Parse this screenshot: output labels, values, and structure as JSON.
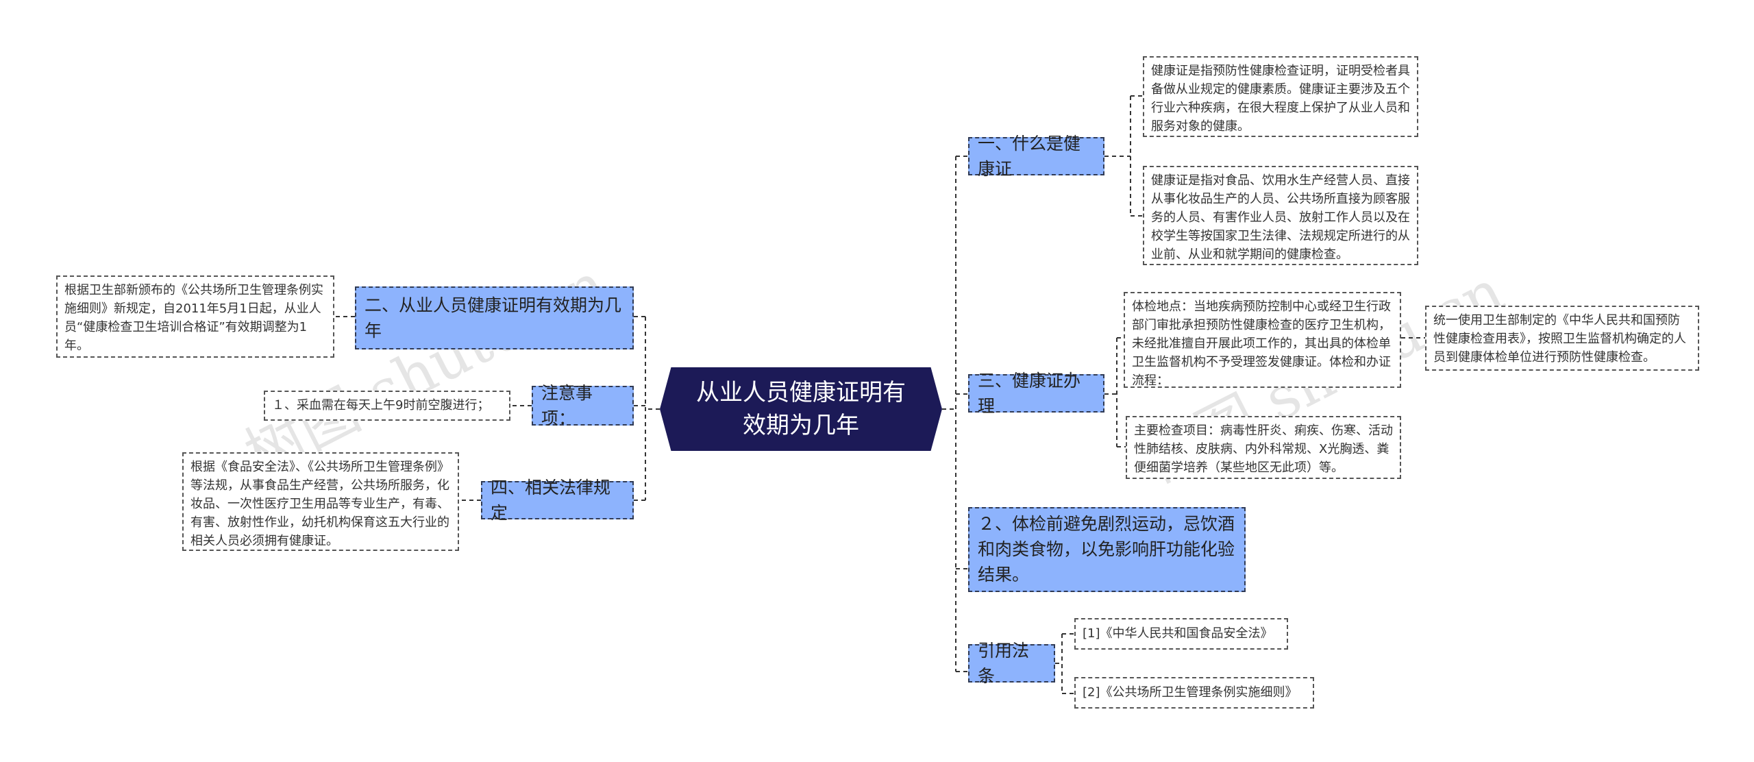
{
  "central": "从业人员健康证明有效期为几年",
  "right": {
    "b1": {
      "label": "一、什么是健康证",
      "leaf1": "健康证是指预防性健康检查证明，证明受检者具备做从业规定的健康素质。健康证主要涉及五个行业六种疾病，在很大程度上保护了从业人员和服务对象的健康。",
      "leaf2": "健康证是指对食品、饮用水生产经营人员、直接从事化妆品生产的人员、公共场所直接为顾客服务的人员、有害作业人员、放射工作人员以及在校学生等按国家卫生法律、法规规定所进行的从业前、从业和就学期间的健康检查。"
    },
    "b2": {
      "label": "三、健康证办理",
      "leaf1": "体检地点：当地疾病预防控制中心或经卫生行政部门审批承担预防性健康检查的医疗卫生机构，未经批准擅自开展此项工作的，其出具的体检单卫生监督机构不予受理签发健康证。体检和办证流程：",
      "leaf1_sub": "统一使用卫生部制定的《中华人民共和国预防性健康检查用表》，按照卫生监督机构确定的人员到健康体检单位进行预防性健康检查。",
      "leaf2": "主要检查项目：病毒性肝炎、痢疾、伤寒、活动性肺结核、皮肤病、内外科常规、X光胸透、粪便细菌学培养（某些地区无此项）等。"
    },
    "b3": {
      "label": "２、体检前避免剧烈运动，忌饮酒和肉类食物，以免影响肝功能化验结果。"
    },
    "b4": {
      "label": "引用法条",
      "leaf1": "[1]《中华人民共和国食品安全法》",
      "leaf2": "[2]《公共场所卫生管理条例实施细则》"
    }
  },
  "left": {
    "b1": {
      "label": "二、从业人员健康证明有效期为几年",
      "leaf": "根据卫生部新颁布的《公共场所卫生管理条例实施细则》新规定，自2011年5月1日起，从业人员“健康检查卫生培训合格证”有效期调整为1年。"
    },
    "b2": {
      "label": "注意事项：",
      "leaf": "１、采血需在每天上午9时前空腹进行；"
    },
    "b3": {
      "label": "四、相关法律规定",
      "leaf": "根据《食品安全法》、《公共场所卫生管理条例》等法规，从事食品生产经营，公共场所服务，化妆品、一次性医疗卫生用品等专业生产，有毒、有害、放射性作业，幼托机构保育这五大行业的相关人员必须拥有健康证。"
    }
  },
  "watermark": [
    "树图 shutu.cn",
    "树图 shutu.cn"
  ]
}
